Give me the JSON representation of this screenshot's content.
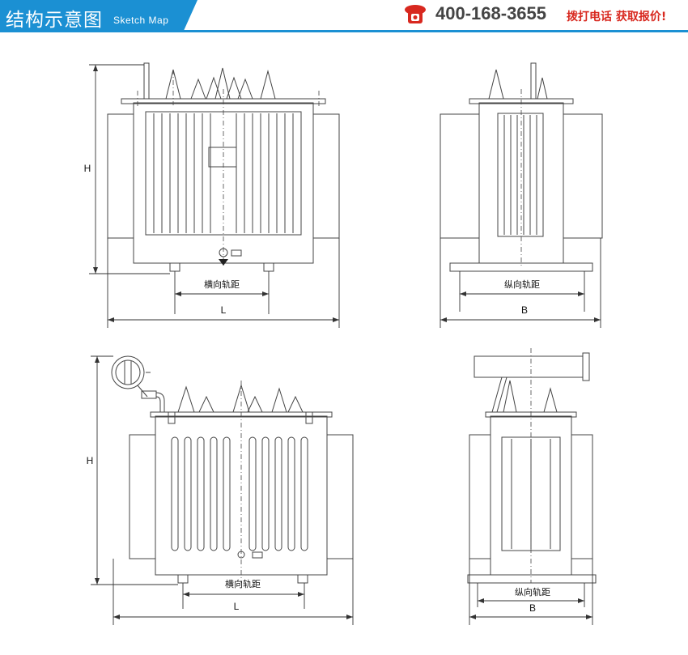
{
  "header": {
    "title_cn": "结构示意图",
    "title_en": "Sketch Map",
    "phone": "400-168-3655",
    "phone_tag": "拨打电话  获取报价!"
  },
  "diagram": {
    "top_front": {
      "height_label": "H",
      "rail_label": "横向轨距",
      "length_label": "L"
    },
    "top_side": {
      "rail_label": "纵向轨距",
      "width_label": "B"
    },
    "bottom_front": {
      "height_label": "H",
      "rail_label": "横向轨距",
      "length_label": "L"
    },
    "bottom_side": {
      "rail_label": "纵向轨距",
      "width_label": "B"
    }
  },
  "colors": {
    "accent": "#1b90d3",
    "phone_red": "#d8281f",
    "line": "#444444"
  }
}
